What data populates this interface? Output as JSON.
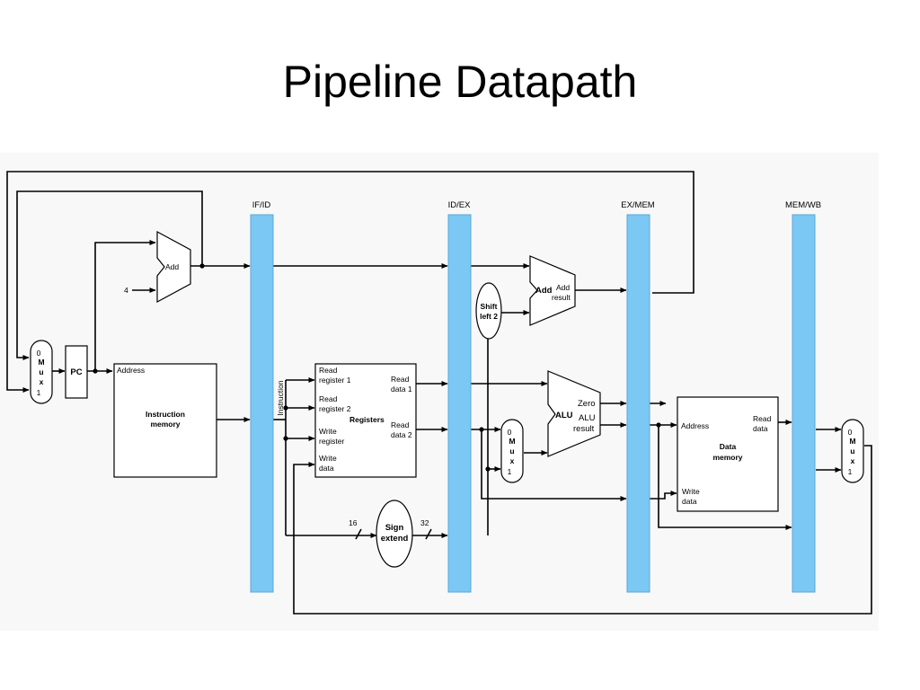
{
  "title": "Pipeline Datapath",
  "diagram": {
    "pipeline_registers": [
      "IF/ID",
      "ID/EX",
      "EX/MEM",
      "MEM/WB"
    ],
    "add_pc": "Add",
    "const_4": "4",
    "pc": "PC",
    "mux_left": [
      "0",
      "M",
      "u",
      "x",
      "1"
    ],
    "mux_alu": [
      "0",
      "M",
      "u",
      "x",
      "1"
    ],
    "mux_wb": [
      "0",
      "M",
      "u",
      "x",
      "1"
    ],
    "instr_mem": {
      "address": "Address",
      "line1": "Instruction",
      "line2": "memory"
    },
    "instruction_label": "Instruction",
    "registers": {
      "read_reg1": [
        "Read",
        "register 1"
      ],
      "read_reg2": [
        "Read",
        "register 2"
      ],
      "write_reg": [
        "Write",
        "register"
      ],
      "write_data": [
        "Write",
        "data"
      ],
      "read_data1": [
        "Read",
        "data 1"
      ],
      "read_data2": [
        "Read",
        "data 2"
      ],
      "title": "Registers"
    },
    "shift_left": [
      "Shift",
      "left 2"
    ],
    "add_branch": {
      "name": "Add",
      "out": [
        "Add",
        "result"
      ]
    },
    "alu": {
      "name": "ALU",
      "zero": "Zero",
      "result": [
        "ALU",
        "result"
      ]
    },
    "sign_extend": [
      "Sign",
      "extend"
    ],
    "width_in": "16",
    "width_out": "32",
    "data_mem": {
      "address": "Address",
      "read_data": [
        "Read",
        "data"
      ],
      "write_data": [
        "Write",
        "data"
      ],
      "title": [
        "Data",
        "memory"
      ]
    }
  }
}
